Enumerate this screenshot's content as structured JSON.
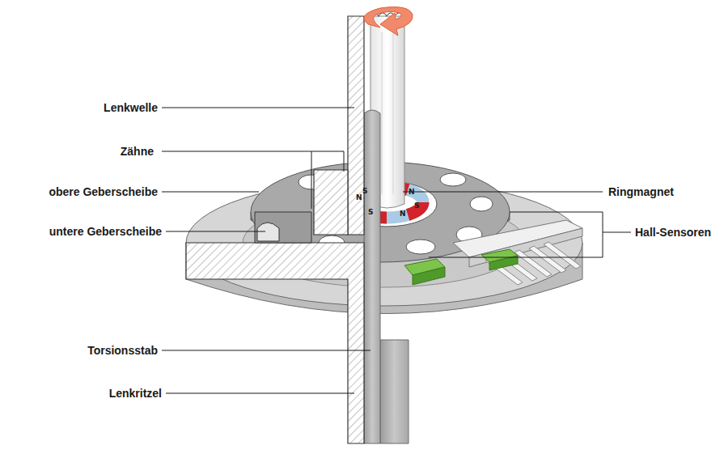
{
  "diagram": {
    "labels": [
      "Lenkwelle",
      "Zähne",
      "obere Geberscheibe",
      "untere Geberscheibe",
      "Torsionsstab",
      "Lenkritzel",
      "Ringmagnet",
      "Hall-Sensoren",
      "N",
      "S",
      "N",
      "S",
      "N",
      "S"
    ]
  }
}
